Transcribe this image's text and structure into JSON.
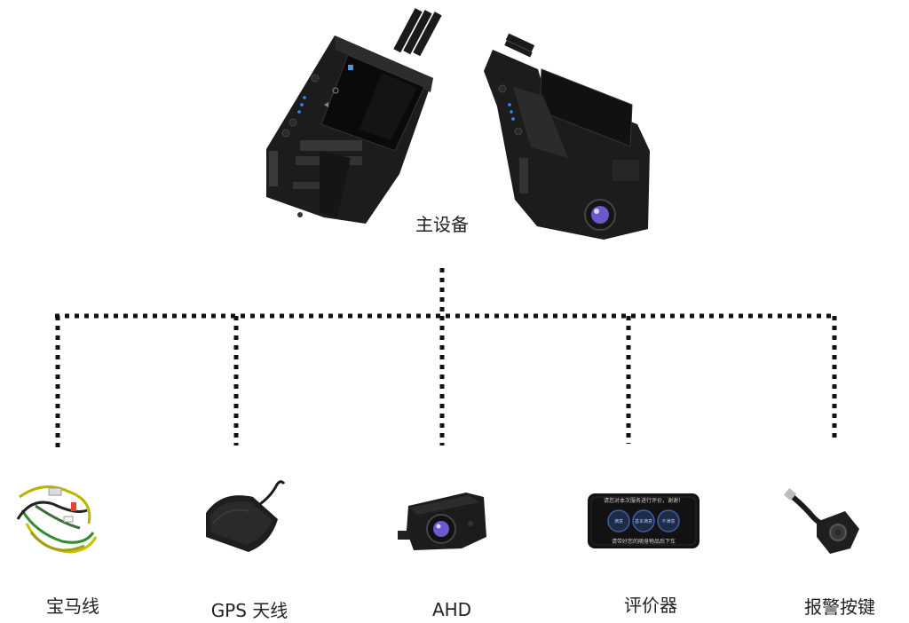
{
  "main_device": {
    "label": "主设备",
    "icon": "dashcam-device-icon"
  },
  "accessories": [
    {
      "label": "宝马线",
      "icon": "wire-harness-icon"
    },
    {
      "label": "GPS 天线",
      "icon": "gps-antenna-icon"
    },
    {
      "label": "AHD",
      "icon": "ahd-camera-icon"
    },
    {
      "label": "评价器",
      "icon": "rating-device-icon"
    },
    {
      "label": "报警按键",
      "icon": "alarm-button-icon"
    }
  ],
  "evaluator_text": {
    "top": "请您对本次服务进行评价，谢谢！",
    "bottom": "请带好您的随身物品后下车",
    "buttons": [
      "满意",
      "基本满意",
      "不满意"
    ]
  },
  "colors": {
    "connector": "#111111",
    "device_body": "#1c1c1c",
    "led_blue": "#2f8cff",
    "lens": "#6a5acd"
  }
}
